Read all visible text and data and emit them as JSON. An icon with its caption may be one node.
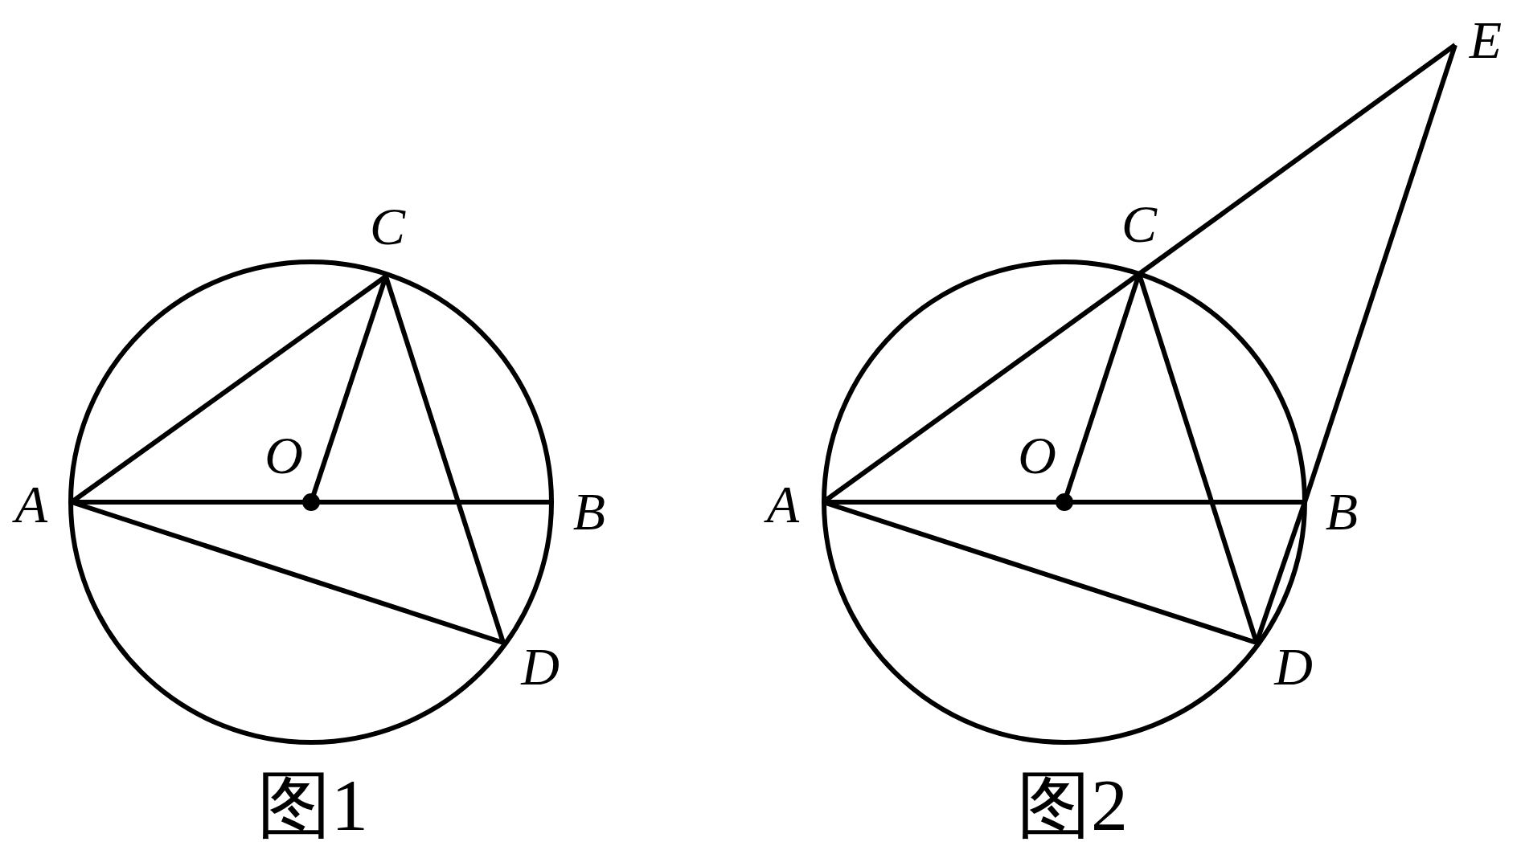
{
  "diagram": {
    "nodes": [
      {
        "text": [
          "A"
        ]
      },
      {
        "text": [
          "O"
        ]
      },
      {
        "text": [
          "C"
        ]
      },
      {
        "text": [
          "B"
        ]
      },
      {
        "text": [
          "D"
        ]
      },
      {
        "text": [
          "A"
        ]
      },
      {
        "text": [
          "O"
        ]
      },
      {
        "text": [
          "C"
        ]
      },
      {
        "text": [
          "B"
        ]
      },
      {
        "text": [
          "D"
        ]
      },
      {
        "text": [
          "E"
        ]
      }
    ],
    "edges": [
      {
        "from": 0,
        "to": 2,
        "arrow": "none"
      },
      {
        "from": 0,
        "to": 3,
        "arrow": "none"
      },
      {
        "from": 2,
        "to": 1,
        "arrow": "none"
      },
      {
        "from": 2,
        "to": 4,
        "arrow": "none"
      },
      {
        "from": 0,
        "to": 4,
        "arrow": "none"
      },
      {
        "from": 5,
        "to": 7,
        "arrow": "none"
      },
      {
        "from": 7,
        "to": 10,
        "arrow": "none"
      },
      {
        "from": 5,
        "to": 8,
        "arrow": "none"
      },
      {
        "from": 7,
        "to": 6,
        "arrow": "none"
      },
      {
        "from": 7,
        "to": 9,
        "arrow": "none"
      },
      {
        "from": 5,
        "to": 9,
        "arrow": "none"
      },
      {
        "from": 10,
        "to": 8,
        "arrow": "none"
      },
      {
        "from": 8,
        "to": 9,
        "arrow": "none"
      }
    ],
    "labels": [
      "图1",
      "图2"
    ]
  }
}
